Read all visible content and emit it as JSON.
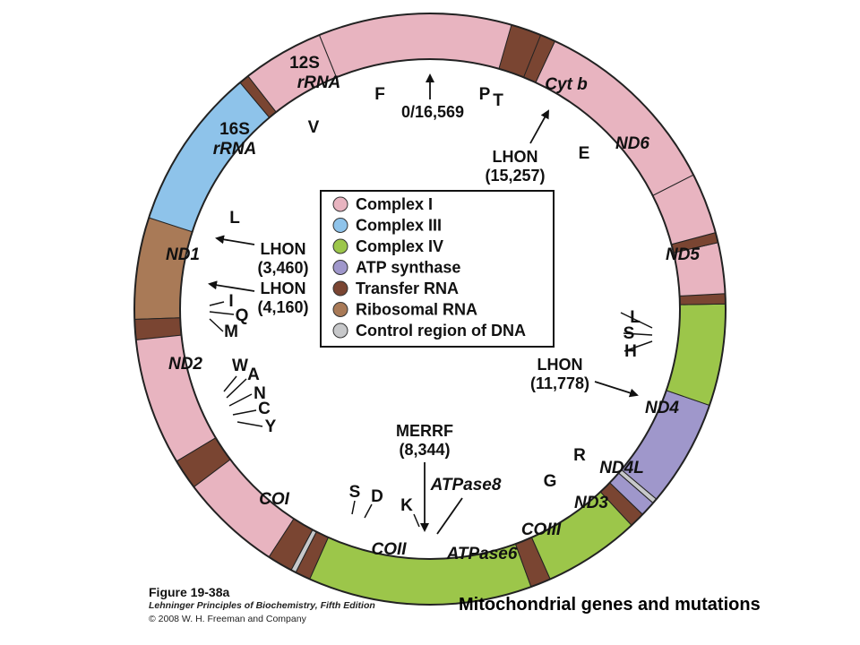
{
  "colors": {
    "complex_i": "#e8b4c0",
    "complex_iii": "#8ec3ea",
    "complex_iv": "#9cc64a",
    "atp_synthase": "#9f97cb",
    "transfer_rna": "#7a4532",
    "ribosomal_rna": "#a97a57",
    "control_region": "#c7c8ca",
    "outline": "#222222"
  },
  "legend": [
    {
      "label": "Complex I",
      "color": "#e8b4c0"
    },
    {
      "label": "Complex III",
      "color": "#8ec3ea"
    },
    {
      "label": "Complex IV",
      "color": "#9cc64a"
    },
    {
      "label": "ATP synthase",
      "color": "#9f97cb"
    },
    {
      "label": "Transfer RNA",
      "color": "#7a4532"
    },
    {
      "label": "Ribosomal RNA",
      "color": "#a97a57"
    },
    {
      "label": "Control region of DNA",
      "color": "#c7c8ca"
    }
  ],
  "segments": [
    {
      "name": "control",
      "start": -20,
      "end": 16,
      "color": "#c7c8ca"
    },
    {
      "name": "trnaF",
      "start": -24,
      "end": -20,
      "color": "#7a4532"
    },
    {
      "name": "rrna12s",
      "start": -49,
      "end": -24,
      "color": "#a97a57"
    },
    {
      "name": "trnaV",
      "start": -53,
      "end": -49,
      "color": "#7a4532"
    },
    {
      "name": "rrna16s",
      "start": -92,
      "end": -53,
      "color": "#a97a57"
    },
    {
      "name": "trnaL",
      "start": -96,
      "end": -92,
      "color": "#7a4532"
    },
    {
      "name": "nd1",
      "start": -121,
      "end": -96,
      "color": "#e8b4c0"
    },
    {
      "name": "trnaIQM",
      "start": -127,
      "end": -121,
      "color": "#7a4532"
    },
    {
      "name": "nd2",
      "start": -147,
      "end": -127,
      "color": "#e8b4c0"
    },
    {
      "name": "trnaWANC",
      "start": -152,
      "end": -147,
      "color": "#7a4532"
    },
    {
      "name": "oriL",
      "start": -153,
      "end": -152,
      "color": "#c7c8ca"
    },
    {
      "name": "trnaY",
      "start": -156,
      "end": -153,
      "color": "#7a4532"
    },
    {
      "name": "coi",
      "start": -200,
      "end": -156,
      "color": "#9cc64a"
    },
    {
      "name": "trnaSD",
      "start": -204,
      "end": -200,
      "color": "#7a4532"
    },
    {
      "name": "coii",
      "start": -223,
      "end": -204,
      "color": "#9cc64a"
    },
    {
      "name": "trnaK",
      "start": -226,
      "end": -223,
      "color": "#7a4532"
    },
    {
      "name": "atpase8",
      "start": -229,
      "end": -226,
      "color": "#9f97cb"
    },
    {
      "name": "atp_overlap",
      "start": -230,
      "end": -229,
      "color": "#c7c8ca"
    },
    {
      "name": "atpase6",
      "start": -251,
      "end": -230,
      "color": "#9f97cb"
    },
    {
      "name": "coiii",
      "start": -271,
      "end": -251,
      "color": "#9cc64a"
    },
    {
      "name": "trnaG",
      "start": -273,
      "end": -271,
      "color": "#7a4532"
    },
    {
      "name": "nd3",
      "start": -283,
      "end": -273,
      "color": "#e8b4c0"
    },
    {
      "name": "trnaR",
      "start": -285,
      "end": -283,
      "color": "#7a4532"
    },
    {
      "name": "nd4l",
      "start": -297,
      "end": -285,
      "color": "#e8b4c0"
    },
    {
      "name": "nd4",
      "start": -335,
      "end": -297,
      "color": "#e8b4c0"
    },
    {
      "name": "trnaHSL",
      "start": -341,
      "end": -335,
      "color": "#7a4532"
    },
    {
      "name": "nd5",
      "start": -382,
      "end": -341,
      "color": "#e8b4c0"
    },
    {
      "name": "nd6",
      "start": -398,
      "end": -382,
      "color": "#e8b4c0"
    },
    {
      "name": "trnaE",
      "start": -400,
      "end": -398,
      "color": "#7a4532"
    },
    {
      "name": "cytb",
      "start": -432,
      "end": -400,
      "color": "#8ec3ea"
    },
    {
      "name": "trnaT",
      "start": -334,
      "end": -334,
      "color": "#7a4532"
    },
    {
      "name": "trnaTP",
      "start": 16,
      "end": 22,
      "color": "#7a4532"
    }
  ],
  "ring_labels": {
    "rrna12s_line1": "12S",
    "rrna12s_line2": "rRNA",
    "rrna16s_line1": "16S",
    "rrna16s_line2": "rRNA",
    "nd1": "ND1",
    "nd2": "ND2",
    "coi": "COI",
    "coii": "COII",
    "atpase6": "ATPase6",
    "coiii": "COIII",
    "nd3": "ND3",
    "nd4l": "ND4L",
    "nd4": "ND4",
    "nd5": "ND5",
    "nd6": "ND6",
    "cytb": "Cyt b"
  },
  "trna_letters": {
    "F": "F",
    "V": "V",
    "L1": "L",
    "I": "I",
    "Q": "Q",
    "M": "M",
    "W": "W",
    "A": "A",
    "N": "N",
    "C": "C",
    "Y": "Y",
    "S1": "S",
    "D": "D",
    "K": "K",
    "G": "G",
    "R": "R",
    "L2": "L",
    "S2": "S",
    "H": "H",
    "E": "E",
    "P": "P",
    "T": "T"
  },
  "annotations": {
    "origin": "0/16,569",
    "lhon_a_name": "LHON",
    "lhon_a_pos": "(3,460)",
    "lhon_b_name": "LHON",
    "lhon_b_pos": "(4,160)",
    "lhon_c_name": "LHON",
    "lhon_c_pos": "(15,257)",
    "lhon_d_name": "LHON",
    "lhon_d_pos": "(11,778)",
    "merrf_name": "MERRF",
    "merrf_pos": "(8,344)",
    "atpase8": "ATPase8"
  },
  "footer": {
    "figure": "Figure 19-38a",
    "book": "Lehninger Principles of Biochemistry, Fifth Edition",
    "copyright": "© 2008 W. H. Freeman and Company",
    "caption": "Mitochondrial genes and mutations"
  }
}
